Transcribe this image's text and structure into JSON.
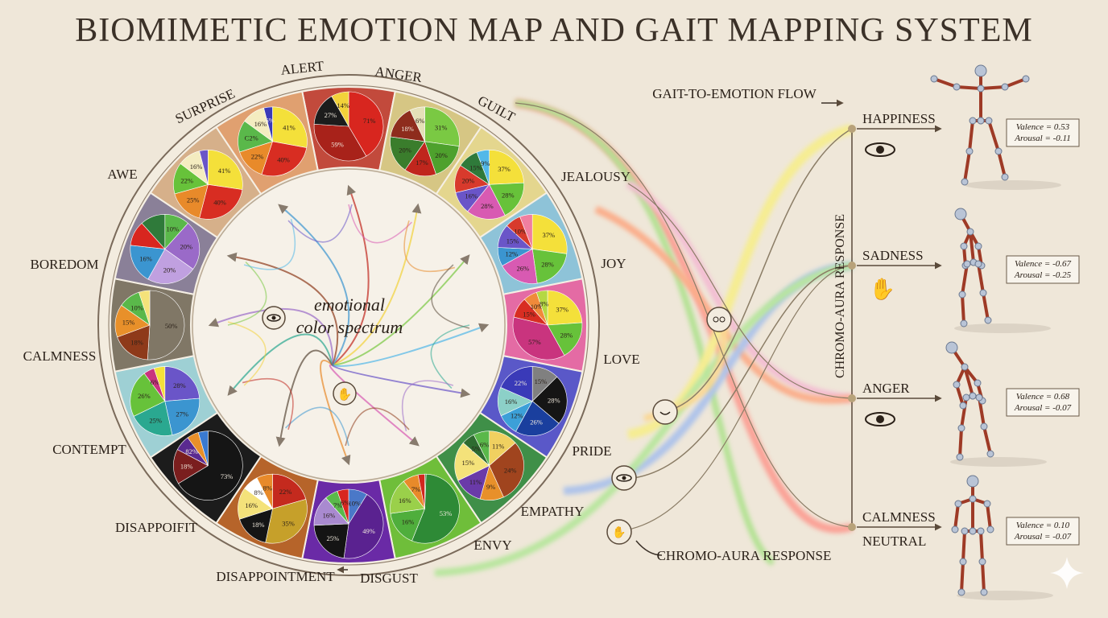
{
  "title": "BIOMIMETIC EMOTION MAP AND GAIT MAPPING SYSTEM",
  "center": {
    "line1": "emotional",
    "line2": "color spectrum"
  },
  "flow_label": "GAIT-TO-EMOTION FLOW",
  "response_label": "CHROMO-AURA RESPONSE",
  "vertical_label": "CHROMO-AURA RESPONSE",
  "wheel": [
    {
      "label": "ANGER",
      "bg": "#c24a3c",
      "slices": [
        {
          "v": 71,
          "c": "#d8261f",
          "t": "71%"
        },
        {
          "v": 59,
          "c": "#a8221a",
          "t": "59%"
        },
        {
          "v": 27,
          "c": "#1c1c1c",
          "t": "27%"
        },
        {
          "v": 14,
          "c": "#f2d23a",
          "t": "14%"
        }
      ]
    },
    {
      "label": "GUILT",
      "bg": "#d6c684",
      "slices": [
        {
          "v": 31,
          "c": "#7ac943",
          "t": "31%"
        },
        {
          "v": 20,
          "c": "#4ea12d",
          "t": "20%"
        },
        {
          "v": 17,
          "c": "#c0261d",
          "t": "17%"
        },
        {
          "v": 20,
          "c": "#3a7d2c",
          "t": "20%"
        },
        {
          "v": 18,
          "c": "#8e2c1d",
          "t": "18%"
        },
        {
          "v": 8,
          "c": "#e5e0b8",
          "t": "6%"
        }
      ]
    },
    {
      "label": "JEALOUSY",
      "bg": "#e4d68e",
      "slices": [
        {
          "v": 37,
          "c": "#f4e03a",
          "t": "37%"
        },
        {
          "v": 28,
          "c": "#67c23a",
          "t": "28%"
        },
        {
          "v": 28,
          "c": "#d85ab2",
          "t": "28%"
        },
        {
          "v": 16,
          "c": "#6a55c8",
          "t": "16%"
        },
        {
          "v": 20,
          "c": "#d83a2c",
          "t": "20%"
        },
        {
          "v": 15,
          "c": "#2f7a3a",
          "t": "15%"
        },
        {
          "v": 9,
          "c": "#52b8e8",
          "t": "9%"
        }
      ]
    },
    {
      "label": "JOY",
      "bg": "#8ec3d8",
      "slices": [
        {
          "v": 37,
          "c": "#f4e03a",
          "t": "37%"
        },
        {
          "v": 28,
          "c": "#67c23a",
          "t": "28%"
        },
        {
          "v": 26,
          "c": "#d85ab2",
          "t": "26%"
        },
        {
          "v": 12,
          "c": "#3b95d0",
          "t": "12%"
        },
        {
          "v": 15,
          "c": "#6a55c8",
          "t": "15%"
        },
        {
          "v": 10,
          "c": "#d83a2c",
          "t": "10%"
        },
        {
          "v": 8,
          "c": "#f07fa0",
          "t": ""
        }
      ]
    },
    {
      "label": "LOVE",
      "bg": "#e46ba4",
      "slices": [
        {
          "v": 37,
          "c": "#f4e03a",
          "t": "37%"
        },
        {
          "v": 28,
          "c": "#67c23a",
          "t": "28%"
        },
        {
          "v": 57,
          "c": "#c9347e",
          "t": "57%"
        },
        {
          "v": 15,
          "c": "#d82d22",
          "t": "15%"
        },
        {
          "v": 10,
          "c": "#f08a3a",
          "t": "10%"
        },
        {
          "v": 8,
          "c": "#b4d843",
          "t": "8%"
        }
      ]
    },
    {
      "label": "PRIDE",
      "bg": "#5a58c8",
      "slices": [
        {
          "v": 15,
          "c": "#808080",
          "t": "15%"
        },
        {
          "v": 28,
          "c": "#151515",
          "t": "28%"
        },
        {
          "v": 26,
          "c": "#1a3f9e",
          "t": "26%"
        },
        {
          "v": 12,
          "c": "#3ca0d8",
          "t": "12%"
        },
        {
          "v": 16,
          "c": "#8cd0c8",
          "t": "16%"
        },
        {
          "v": 22,
          "c": "#3a3ab8",
          "t": "22%"
        }
      ]
    },
    {
      "label": "EMPATHY",
      "bg": "#3f8f48",
      "slices": [
        {
          "v": 11,
          "c": "#f0d060",
          "t": "11%"
        },
        {
          "v": 24,
          "c": "#a0441e",
          "t": "24%"
        },
        {
          "v": 9,
          "c": "#e8902a",
          "t": "9%"
        },
        {
          "v": 11,
          "c": "#6a3aa8",
          "t": "11%"
        },
        {
          "v": 15,
          "c": "#f4e27a",
          "t": "15%"
        },
        {
          "v": 5,
          "c": "#2e6b30",
          "t": "5%"
        },
        {
          "v": 6,
          "c": "#5ab84a",
          "t": "6%"
        }
      ]
    },
    {
      "label": "ENVY",
      "bg": "#6fbe3a",
      "slices": [
        {
          "v": 0.6,
          "c": "#2f7a2a",
          "t": "0%"
        },
        {
          "v": 53,
          "c": "#2e8a36",
          "t": "53%"
        },
        {
          "v": 16,
          "c": "#4fae3c",
          "t": "16%"
        },
        {
          "v": 16,
          "c": "#9ad04a",
          "t": "16%"
        },
        {
          "v": 7,
          "c": "#e88a2a",
          "t": "7%"
        },
        {
          "v": 3,
          "c": "#d2271e",
          "t": "3%"
        }
      ]
    },
    {
      "label": "DISGUST",
      "bg": "#6a2aa6",
      "slices": [
        {
          "v": 10,
          "c": "#4a78c8",
          "t": "10%"
        },
        {
          "v": 49,
          "c": "#5a2290",
          "t": "49%"
        },
        {
          "v": 25,
          "c": "#141414",
          "t": "25%"
        },
        {
          "v": 16,
          "c": "#a98ad0",
          "t": "16%"
        },
        {
          "v": 7,
          "c": "#5ab84a",
          "t": "7%"
        },
        {
          "v": 6,
          "c": "#d8261f",
          "t": "6%"
        }
      ]
    },
    {
      "label": "DISAPPOINTMENT",
      "bg": "#b6642a",
      "slices": [
        {
          "v": 22,
          "c": "#c42a1e",
          "t": "22%"
        },
        {
          "v": 35,
          "c": "#c6a02a",
          "t": "35%"
        },
        {
          "v": 18,
          "c": "#151515",
          "t": "18%"
        },
        {
          "v": 16,
          "c": "#f4e27a",
          "t": "16%"
        },
        {
          "v": 8,
          "c": "#ffffff",
          "t": "8%"
        },
        {
          "v": 8,
          "c": "#e88a2a",
          "t": "8%"
        }
      ]
    },
    {
      "label": "DISAPPOINTMENT",
      "bg": "#1c1c1c",
      "slices": [
        {
          "v": 73,
          "c": "#151515",
          "t": "73%"
        },
        {
          "v": 18,
          "c": "#7a1e1e",
          "t": "18%"
        },
        {
          "v": 8,
          "c": "#5a2a90",
          "t": "82%"
        },
        {
          "v": 6,
          "c": "#e8902a",
          "t": ""
        },
        {
          "v": 5,
          "c": "#3a7ad0",
          "t": ""
        }
      ]
    },
    {
      "label": "CONTEMPT",
      "bg": "#9ed0d4",
      "slices": [
        {
          "v": 28,
          "c": "#6a55c8",
          "t": "28%"
        },
        {
          "v": 27,
          "c": "#3b95d0",
          "t": "27%"
        },
        {
          "v": 25,
          "c": "#2aa890",
          "t": "25%"
        },
        {
          "v": 26,
          "c": "#67c23a",
          "t": "26%"
        },
        {
          "v": 6,
          "c": "#c9347e",
          "t": "6%"
        },
        {
          "v": 6,
          "c": "#f4e03a",
          "t": ""
        }
      ]
    },
    {
      "label": "CALMNESS",
      "bg": "#807766",
      "slices": [
        {
          "v": 50,
          "c": "#807766",
          "t": "50%"
        },
        {
          "v": 18,
          "c": "#8e3a1a",
          "t": "18%"
        },
        {
          "v": 15,
          "c": "#e8902a",
          "t": "15%"
        },
        {
          "v": 10,
          "c": "#5ab84a",
          "t": "10%"
        },
        {
          "v": 5,
          "c": "#f4e27a",
          "t": ""
        }
      ]
    },
    {
      "label": "BOREDOM",
      "bg": "#8a8098",
      "slices": [
        {
          "v": 10,
          "c": "#5ab84a",
          "t": "10%"
        },
        {
          "v": 20,
          "c": "#9a6ac8",
          "t": "20%"
        },
        {
          "v": 20,
          "c": "#c0a0e0",
          "t": "20%"
        },
        {
          "v": 16,
          "c": "#3b95d0",
          "t": "16%"
        },
        {
          "v": 10,
          "c": "#d8261f",
          "t": ""
        },
        {
          "v": 10,
          "c": "#2f7a3a",
          "t": ""
        }
      ]
    },
    {
      "label": "AWE",
      "bg": "#d6b08a",
      "slices": [
        {
          "v": 41,
          "c": "#f4e03a",
          "t": "41%"
        },
        {
          "v": 40,
          "c": "#d82d22",
          "t": "40%"
        },
        {
          "v": 25,
          "c": "#e88a2a",
          "t": "25%"
        },
        {
          "v": 22,
          "c": "#67c23a",
          "t": "22%"
        },
        {
          "v": 16,
          "c": "#f4ecc0",
          "t": "16%"
        },
        {
          "v": 6,
          "c": "#6a55c8",
          "t": ""
        }
      ]
    },
    {
      "label": "SURPRISE",
      "bg": "#e0a070",
      "slices": [
        {
          "v": 41,
          "c": "#f4e03a",
          "t": "41%"
        },
        {
          "v": 40,
          "c": "#d82d22",
          "t": "40%"
        },
        {
          "v": 22,
          "c": "#e88a2a",
          "t": "22%"
        },
        {
          "v": 22,
          "c": "#5ab84a",
          "t": "C2%"
        },
        {
          "v": 16,
          "c": "#f4ecc0",
          "t": "16%"
        },
        {
          "v": 6,
          "c": "#3a3ab8",
          "t": "6%"
        }
      ]
    }
  ],
  "outer_labels": [
    "ANGER",
    "GUILT",
    "JEALOUSY",
    "JOY",
    "LOVE",
    "PRIDE",
    "EMPATHY",
    "ENVY",
    "DISGUST",
    "DISAPPOINTMENT",
    "DISAPPOIFIT",
    "CONTEMPT",
    "CALMNESS",
    "BOREDOM",
    "AWE",
    "SURPRISE",
    "ALERT"
  ],
  "emotions": [
    {
      "label": "HAPPINESS",
      "icon": "eye-icon",
      "valence": "Valence = 0.53",
      "arousal": "Arousal = -0.11"
    },
    {
      "label": "SADNESS",
      "icon": "hand-icon",
      "valence": "Valence = -0.67",
      "arousal": "Arousal = -0.25"
    },
    {
      "label": "ANGER",
      "icon": "eye-icon",
      "valence": "Valence = 0.68",
      "arousal": "Arousal = -0.07"
    },
    {
      "label": "CALMNESS",
      "label2": "NEUTRAL",
      "icon": "",
      "valence": "Valence = 0.10",
      "arousal": "Arousal = -0.07"
    }
  ],
  "colors": {
    "background": "#efe7d9",
    "ink": "#3b3128",
    "ring": "#7a6a5a"
  }
}
